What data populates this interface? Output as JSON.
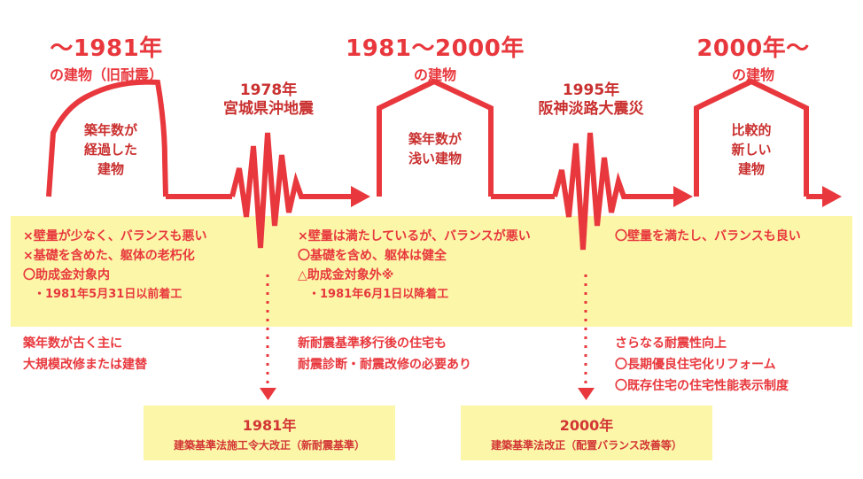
{
  "colors": {
    "red": "#e8383d",
    "band": "#fbf6a8"
  },
  "headers": [
    {
      "main": "〜1981年",
      "sub": "の建物（旧耐震）"
    },
    {
      "main": "1981〜2000年",
      "sub": "の建物"
    },
    {
      "main": "2000年〜",
      "sub": "の建物"
    }
  ],
  "events": [
    {
      "year": "1978年",
      "name": "宮城県沖地震"
    },
    {
      "year": "1995年",
      "name": "阪神淡路大震災"
    }
  ],
  "buildings": [
    [
      "築年数が",
      "経過した",
      "建物"
    ],
    [
      "築年数が",
      "浅い建物"
    ],
    [
      "比較的",
      "新しい",
      "建物"
    ]
  ],
  "conditions": [
    {
      "lines": [
        "×壁量が少なく、バランスも悪い",
        "×基礎を含めた、躯体の老朽化",
        "〇助成金対象内"
      ],
      "sub": "・1981年5月31日以前着工"
    },
    {
      "lines": [
        "×壁量は満たしているが、バランスが悪い",
        "〇基礎を含め、躯体は健全",
        "△助成金対象外※"
      ],
      "sub": "・1981年6月1日以降着工"
    },
    {
      "lines": [
        "〇壁量を満たし、バランスも良い"
      ],
      "sub": ""
    }
  ],
  "notes": [
    [
      "築年数が古く主に",
      "大規模改修または建替"
    ],
    [
      "新耐震基準移行後の住宅も",
      "耐震診断・耐震改修の必要あり"
    ],
    [
      "さらなる耐震性向上",
      "〇長期優良住宅化リフォーム",
      "〇既存住宅の住宅性能表示制度"
    ]
  ],
  "laws": [
    {
      "year": "1981年",
      "desc": "建築基準法施工令大改正（新耐震基準）"
    },
    {
      "year": "2000年",
      "desc": "建築基準法改正（配置バランス改善等）"
    }
  ]
}
